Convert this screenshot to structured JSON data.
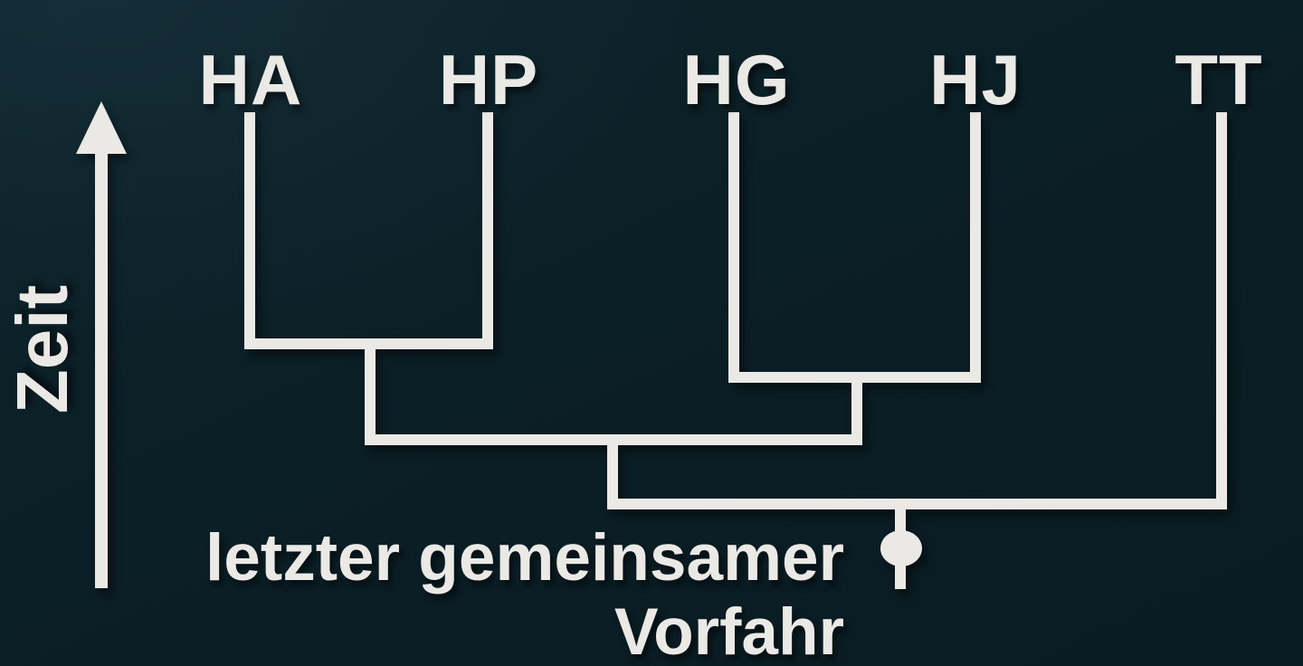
{
  "diagram": {
    "type": "cladogram",
    "topology": "(((HA,HP),(HG,HJ)),TT)",
    "axis": {
      "label": "Zeit",
      "direction": "up",
      "icon": "arrow-up-icon"
    },
    "tips": [
      {
        "label": "HA"
      },
      {
        "label": "HP"
      },
      {
        "label": "HG"
      },
      {
        "label": "HJ"
      },
      {
        "label": "TT"
      }
    ],
    "annotations": {
      "ancestor_line1": "letzter gemeinsamer",
      "ancestor_line2": "Vorfahr",
      "marker_icon": "filled-circle-node-icon"
    }
  },
  "colors": {
    "background": "#0c2026",
    "foreground": "#eae9e6"
  }
}
